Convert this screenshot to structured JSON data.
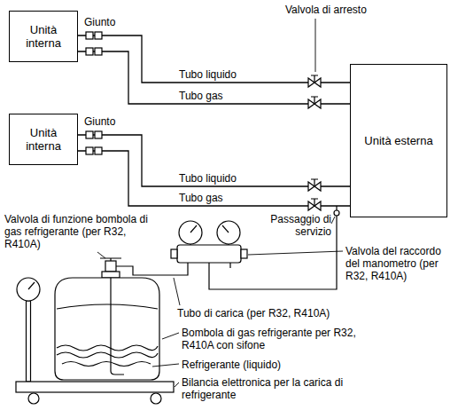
{
  "diagram": {
    "nodes": [
      {
        "text": [
          "Unità interna"
        ]
      },
      {
        "text": [
          "Unità interna"
        ]
      },
      {
        "text": [
          "Unità esterna"
        ]
      }
    ],
    "edges": [
      {
        "from": 0,
        "to": 2,
        "arrow": "none",
        "label": "Tubo liquido"
      },
      {
        "from": 0,
        "to": 2,
        "arrow": "none",
        "label": "Tubo gas"
      },
      {
        "from": 1,
        "to": 2,
        "arrow": "none",
        "label": "Tubo liquido"
      },
      {
        "from": 1,
        "to": 2,
        "arrow": "none",
        "label": "Tubo gas"
      }
    ],
    "labels": [
      "Giunto",
      "Giunto",
      "Valvola di arresto",
      "Passaggio di servizio",
      "Valvola del raccordo del manometro (per R32, R410A)",
      "Valvola di funzione bombola di gas refrigerante (per R32, R410A)",
      "Tubo di carica (per R32, R410A)",
      "Bombola di gas refrigerante per R32, R410A con sifone",
      "Refrigerante (liquido)",
      "Bilancia elettronica per la carica di refrigerante"
    ]
  }
}
